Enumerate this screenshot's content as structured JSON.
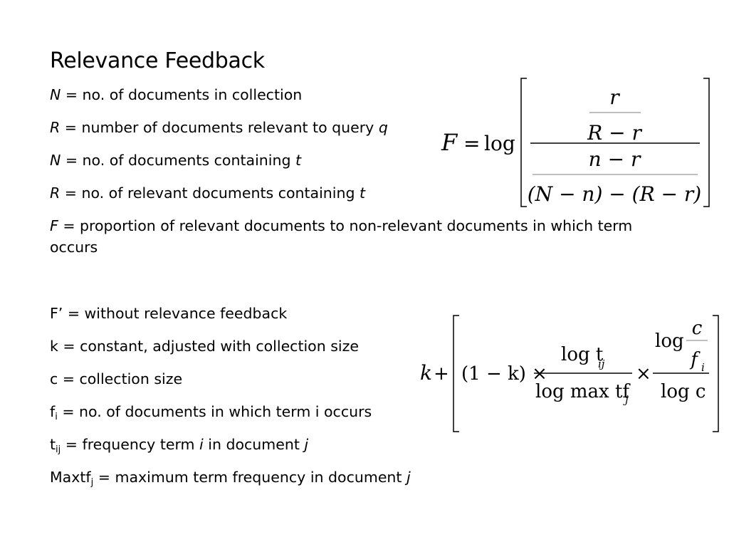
{
  "title": "Relevance Feedback",
  "definitions_1": [
    {
      "sym": "N",
      "text": " = no. of documents in collection",
      "sub": "",
      "tail": ""
    },
    {
      "sym": "R",
      "text": " = number of documents relevant to query ",
      "tail": "q"
    },
    {
      "sym": "N",
      "text": " = no. of documents containing ",
      "tail": "t"
    },
    {
      "sym": "R",
      "text": " = no. of relevant documents containing ",
      "tail": "t"
    },
    {
      "sym": "F",
      "text": " = proportion of relevant documents to non-relevant documents in which term occurs",
      "tail": ""
    }
  ],
  "definitions_2": [
    {
      "pre": "F’ = without relevance feedback",
      "sub": "",
      "post": "",
      "tail": ""
    },
    {
      "pre": "k = constant, adjusted with collection size",
      "sub": "",
      "post": "",
      "tail": ""
    },
    {
      "pre": "c = collection size",
      "sub": "",
      "post": "",
      "tail": ""
    },
    {
      "pre": "f",
      "sub": "i",
      "post": " = no. of documents in which term i occurs",
      "tail": ""
    },
    {
      "pre": "t",
      "sub": "ij",
      "post": " = frequency term ",
      "tail_i": "i",
      "post2": " in document ",
      "tail": "j"
    },
    {
      "pre": "Maxtf",
      "sub": "j",
      "post": " = maximum term frequency in document ",
      "tail": "j"
    }
  ],
  "formula1": {
    "F": "F",
    "eq": "=",
    "log": "log",
    "num_top": "r",
    "num_bottom": "R − r",
    "den_top": "n − r",
    "den_bottom": "(N − n) − (R − r)"
  },
  "formula2": {
    "k": "k",
    "plus": "+",
    "one_minus_k": "(1 − k) ×",
    "log_t": "log t",
    "t_sub": "ij",
    "log_max": "log max tf",
    "tf_sub": "j",
    "times": "×",
    "log1": "log",
    "c": "c",
    "f": "f",
    "f_sub": "i",
    "log_c": "log c"
  }
}
